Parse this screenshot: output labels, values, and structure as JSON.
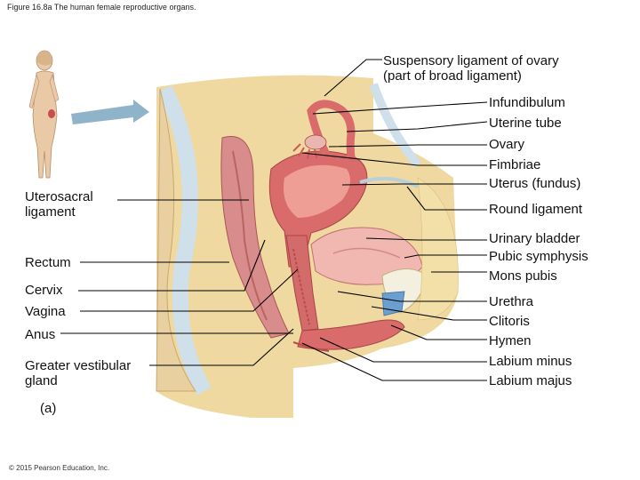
{
  "figure": {
    "caption": "Figure 16.8a The human female reproductive organs.",
    "panel_label": "(a)",
    "copyright": "© 2015 Pearson Education, Inc."
  },
  "labels": {
    "suspensory": "Suspensory ligament of ovary\n(part of broad ligament)",
    "infundibulum": "Infundibulum",
    "uterine_tube": "Uterine tube",
    "ovary": "Ovary",
    "fimbriae": "Fimbriae",
    "uterus": "Uterus (fundus)",
    "round_ligament": "Round ligament",
    "urinary_bladder": "Urinary bladder",
    "pubic_symphysis": "Pubic symphysis",
    "mons_pubis": "Mons pubis",
    "urethra": "Urethra",
    "clitoris": "Clitoris",
    "hymen": "Hymen",
    "labium_minus": "Labium minus",
    "labium_majus": "Labium majus",
    "uterosacral": "Uterosacral\nligament",
    "rectum": "Rectum",
    "cervix": "Cervix",
    "vagina": "Vagina",
    "anus": "Anus",
    "greater_vestibular": "Greater vestibular\ngland"
  },
  "colors": {
    "tissue_bg": "#efd9a0",
    "fat": "#f2e0a8",
    "peritoneum": "#dbe8ef",
    "uterus": "#d96b6b",
    "uterus_light": "#ef9e95",
    "bone": "#f4f0e0",
    "bladder": "#f0b8b0",
    "arrow": "#8fb3c8",
    "leader": "#000000"
  }
}
